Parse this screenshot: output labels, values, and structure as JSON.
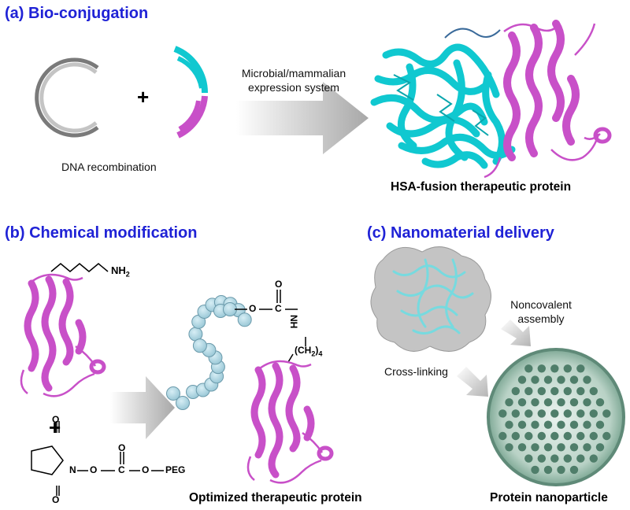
{
  "panel_a": {
    "heading": "(a) Bio-conjugation",
    "dna_label": "DNA recombination",
    "plus": "+",
    "expression_line1": "Microbial/mammalian",
    "expression_line2": "expression system",
    "caption": "HSA-fusion therapeutic protein"
  },
  "panel_b": {
    "heading": "(b) Chemical modification",
    "nh2": "NH",
    "nh2_sub": "2",
    "plus": "+",
    "o_ring_top": "O",
    "o_ring_bottom": "O",
    "n_atom": "N",
    "o_link1": "O",
    "c_atom": "C",
    "o_carbonyl": "O",
    "o_link2": "O",
    "peg": "PEG",
    "prod_o_carbonyl": "O",
    "prod_o_link": "O",
    "prod_c": "C",
    "prod_nh": "NH",
    "prod_ch2": "(CH",
    "prod_ch2_sub": "2",
    "prod_ch2_close": ")",
    "prod_ch2_n": "4",
    "caption": "Optimized therapeutic protein"
  },
  "panel_c": {
    "heading": "(c) Nanomaterial delivery",
    "noncovalent_line1": "Noncovalent",
    "noncovalent_line2": "assembly",
    "crosslinking": "Cross-linking",
    "caption": "Protein nanoparticle"
  },
  "colors": {
    "heading": "#1f22d6",
    "hsa_cyan": "#10c8d0",
    "protein_magenta": "#c850c8",
    "peg_bead": "#a9d4e0",
    "nanoparticle": "#6e9a88",
    "arrow_gray": "#bcbcbc"
  }
}
